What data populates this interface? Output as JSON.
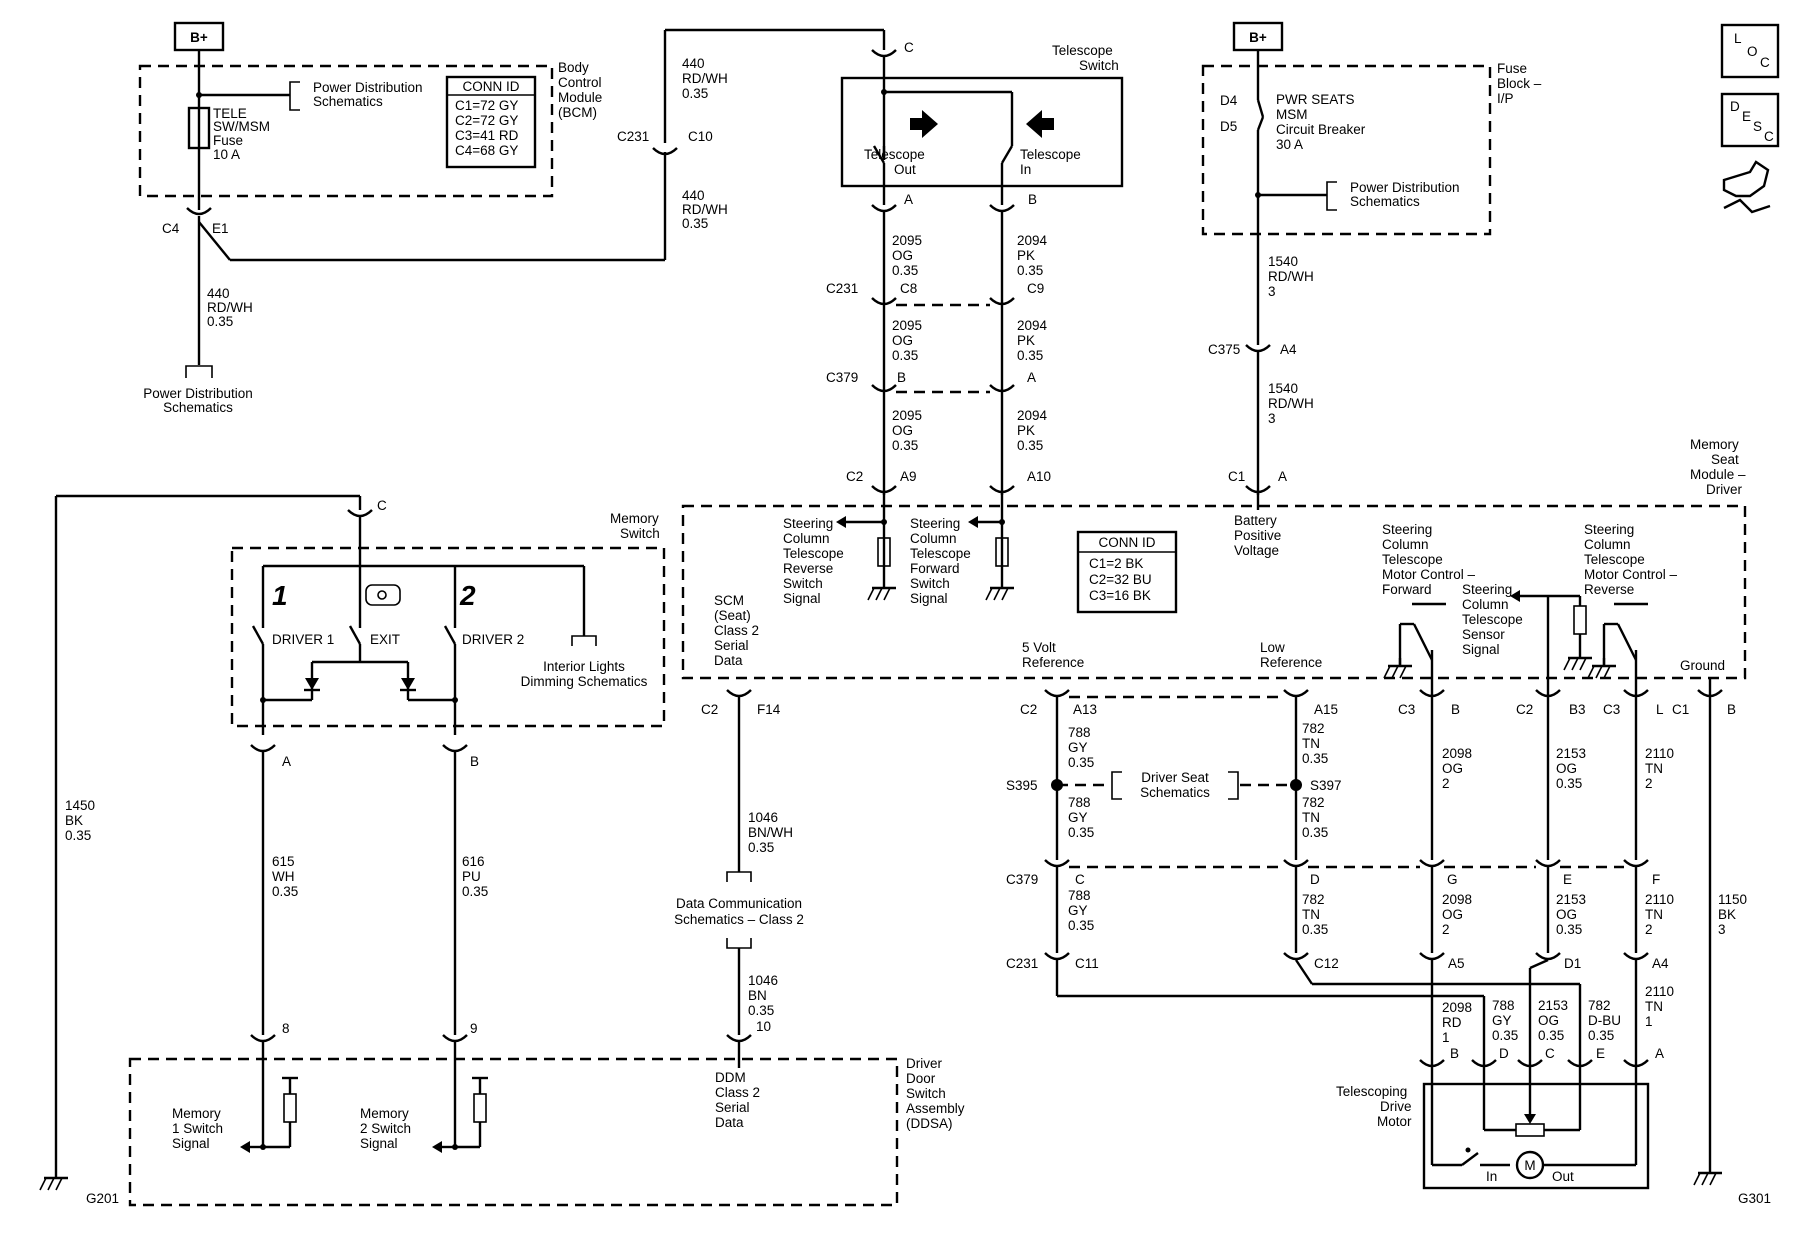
{
  "power": {
    "bplus": "B+"
  },
  "bcm": {
    "label": [
      "Body",
      "Control",
      "Module",
      "(BCM)"
    ],
    "pdist": [
      "Power Distribution",
      "Schematics"
    ],
    "fuse": [
      "TELE",
      "SW/MSM",
      "Fuse",
      "10 A"
    ],
    "conn_title": "CONN ID",
    "conn_rows": [
      "C1=72 GY",
      "C2=72 GY",
      "C3=41 RD",
      "C4=68 GY"
    ],
    "c4": "C4",
    "e1": "E1",
    "wire": [
      "440",
      "RD/WH",
      "0.35"
    ],
    "pdist_bottom": [
      "Power Distribution",
      "Schematics"
    ]
  },
  "c231_top": {
    "conn": "C231",
    "pin": "C10",
    "wire_a": [
      "440",
      "RD/WH",
      "0.35"
    ],
    "wire_b": [
      "440",
      "RD/WH",
      "0.35"
    ],
    "pin_c": "C"
  },
  "tele_switch": {
    "label": [
      "Telescope",
      "Switch"
    ],
    "out": [
      "Telescope",
      "Out"
    ],
    "in": [
      "Telescope",
      "In"
    ],
    "pin_a": "A",
    "pin_b": "B",
    "wire_og": [
      "2095",
      "OG",
      "0.35"
    ],
    "wire_pk": [
      "2094",
      "PK",
      "0.35"
    ],
    "c231": "C231",
    "c8": "C8",
    "c9": "C9",
    "c379": "C379",
    "pin_b2": "B",
    "pin_a2": "A",
    "c2": "C2",
    "a9": "A9",
    "a10": "A10"
  },
  "fuse_block": {
    "label": [
      "Fuse",
      "Block –",
      "I/P"
    ],
    "d4": "D4",
    "d5": "D5",
    "breaker": [
      "PWR SEATS",
      "MSM",
      "Circuit Breaker",
      "30 A"
    ],
    "pdist": [
      "Power Distribution",
      "Schematics"
    ],
    "wire": [
      "1540",
      "RD/WH",
      "3"
    ],
    "c375": "C375",
    "a4": "A4",
    "c1": "C1",
    "pin_a": "A"
  },
  "side_icons": {
    "loc": [
      "L",
      "O",
      "C"
    ],
    "desc": [
      "D",
      "E",
      "S",
      "C"
    ]
  },
  "msm": {
    "label": [
      "Memory",
      "Seat",
      "Module –",
      "Driver"
    ],
    "conn_title": "CONN ID",
    "conn_rows": [
      "C1=2 BK",
      "C2=32 BU",
      "C3=16 BK"
    ],
    "rev_sw": [
      "Steering",
      "Column",
      "Telescope",
      "Reverse",
      "Switch",
      "Signal"
    ],
    "fwd_sw": [
      "Steering",
      "Column",
      "Telescope",
      "Forward",
      "Switch",
      "Signal"
    ],
    "batt": [
      "Battery",
      "Positive",
      "Voltage"
    ],
    "motor_fwd": [
      "Steering",
      "Column",
      "Telescope",
      "Motor Control –",
      "Forward"
    ],
    "motor_rev": [
      "Steering",
      "Column",
      "Telescope",
      "Motor Control –",
      "Reverse"
    ],
    "sensor": [
      "Steering",
      "Column",
      "Telescope",
      "Sensor",
      "Signal"
    ],
    "scm": [
      "SCM",
      "(Seat)",
      "Class 2",
      "Serial",
      "Data"
    ],
    "vref": [
      "5 Volt",
      "Reference"
    ],
    "lref": [
      "Low",
      "Reference"
    ],
    "ground": "Ground"
  },
  "memory_switch": {
    "label": [
      "Memory",
      "Switch"
    ],
    "pin_c": "C",
    "num1": "1",
    "num2": "2",
    "driver1": "DRIVER 1",
    "exit": "EXIT",
    "driver2": "DRIVER 2",
    "interior": [
      "Interior Lights",
      "Dimming Schematics"
    ],
    "pin_a": "A",
    "pin_b": "B"
  },
  "wires_left": {
    "w1450": [
      "1450",
      "BK",
      "0.35"
    ],
    "w615": [
      "615",
      "WH",
      "0.35"
    ],
    "w616": [
      "616",
      "PU",
      "0.35"
    ],
    "g201": "G201",
    "pin8": "8",
    "pin9": "9"
  },
  "data_comm": {
    "c2": "C2",
    "f14": "F14",
    "wire_a": [
      "1046",
      "BN/WH",
      "0.35"
    ],
    "label": [
      "Data Communication",
      "Schematics – Class 2"
    ],
    "wire_b": [
      "1046",
      "BN",
      "0.35",
      "10"
    ]
  },
  "ddsa": {
    "label": [
      "Driver",
      "Door",
      "Switch",
      "Assembly",
      "(DDSA)"
    ],
    "mem1": [
      "Memory",
      "1 Switch",
      "Signal"
    ],
    "mem2": [
      "Memory",
      "2 Switch",
      "Signal"
    ],
    "ddm": [
      "DDM",
      "Class 2",
      "Serial",
      "Data"
    ]
  },
  "right_conns": {
    "c2": "C2",
    "a13": "A13",
    "a15": "A15",
    "c3": "C3",
    "pin_b": "B",
    "c2b": "C2",
    "b3": "B3",
    "c3b": "C3",
    "pin_l": "L",
    "c1": "C1",
    "pin_b2": "B",
    "w788": [
      "788",
      "GY",
      "0.35"
    ],
    "w782": [
      "782",
      "TN",
      "0.35"
    ],
    "s395": "S395",
    "s397": "S397",
    "seat_sch": [
      "Driver Seat",
      "Schematics"
    ],
    "w2098": [
      "2098",
      "OG",
      "2"
    ],
    "w2153": [
      "2153",
      "OG",
      "0.35"
    ],
    "w2110": [
      "2110",
      "TN",
      "2"
    ],
    "c379": "C379",
    "pin_c": "C",
    "pin_d": "D",
    "pin_g": "G",
    "pin_e": "E",
    "pin_f": "F",
    "c231": "C231",
    "c11": "C11",
    "c12": "C12",
    "a5": "A5",
    "d1": "D1",
    "a4": "A4",
    "w1150": [
      "1150",
      "BK",
      "3"
    ],
    "m2098": [
      "2098",
      "RD",
      "1"
    ],
    "m788": [
      "788",
      "GY",
      "0.35"
    ],
    "m2153": [
      "2153",
      "OG",
      "0.35"
    ],
    "m782": [
      "782",
      "D-BU",
      "0.35"
    ],
    "m2110": [
      "2110",
      "TN",
      "1"
    ],
    "mp_b": "B",
    "mp_d": "D",
    "mp_c": "C",
    "mp_e": "E",
    "mp_a": "A",
    "motor_label": [
      "Telescoping",
      "Drive",
      "Motor"
    ],
    "motor_in": "In",
    "motor_m": "M",
    "motor_out": "Out",
    "g301": "G301"
  }
}
